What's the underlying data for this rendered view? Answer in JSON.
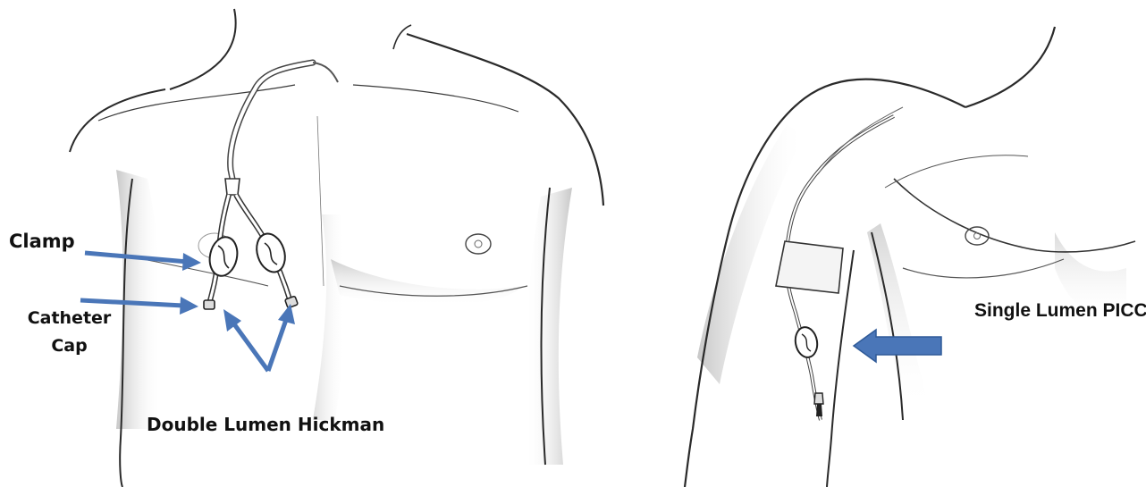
{
  "labels": {
    "clamp": "Clamp",
    "catheter_cap": "Catheter Cap",
    "double_lumen_hickman": "Double Lumen Hickman",
    "single_lumen_picc": "Single Lumen PICC"
  },
  "colors": {
    "arrow": "#4a76b8",
    "sketch_line": "#2a2a2a",
    "shading": "#b0b0b0",
    "dressing": "#f4f4f4"
  }
}
